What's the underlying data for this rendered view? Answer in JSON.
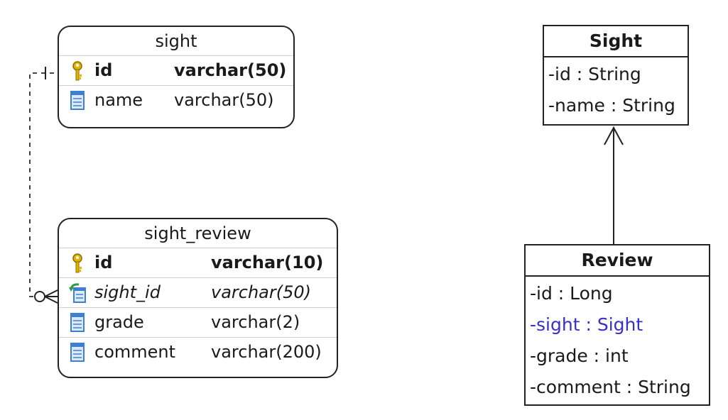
{
  "er": {
    "sight": {
      "title": "sight",
      "columns": [
        {
          "name": "id",
          "type": "varchar(50)",
          "kind": "primary-key"
        },
        {
          "name": "name",
          "type": "varchar(50)",
          "kind": "column"
        }
      ]
    },
    "sight_review": {
      "title": "sight_review",
      "columns": [
        {
          "name": "id",
          "type": "varchar(10)",
          "kind": "primary-key"
        },
        {
          "name": "sight_id",
          "type": "varchar(50)",
          "kind": "foreign-key"
        },
        {
          "name": "grade",
          "type": "varchar(2)",
          "kind": "column"
        },
        {
          "name": "comment",
          "type": "varchar(200)",
          "kind": "column"
        }
      ]
    },
    "relationship": {
      "from": "sight.id",
      "to": "sight_review.sight_id",
      "cardinality": "one-to-many"
    }
  },
  "uml": {
    "sight": {
      "name": "Sight",
      "attributes": [
        "-id : String",
        "-name : String"
      ]
    },
    "review": {
      "name": "Review",
      "attributes": [
        "-id : Long",
        "-sight : Sight",
        "-grade : int",
        "-comment : String"
      ]
    },
    "association": {
      "from": "Review",
      "to": "Sight",
      "arrow": "open"
    }
  },
  "colors": {
    "key_icon": "#e0b400",
    "column_icon": "#3f7fcf",
    "fk_arrow": "#2e9a44",
    "association_text": "#3a2fc8"
  }
}
